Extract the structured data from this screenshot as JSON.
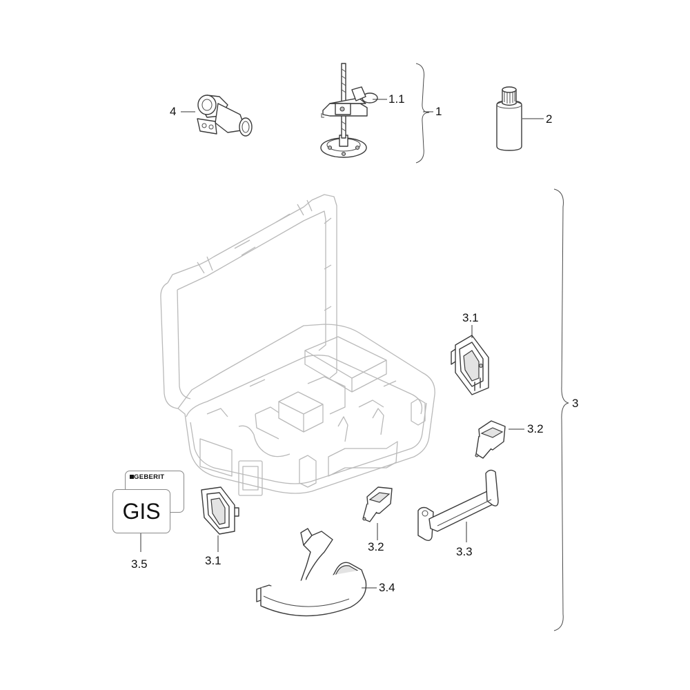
{
  "labels": {
    "l4": "4",
    "l1_1": "1.1",
    "l1": "1",
    "l2": "2",
    "l3": "3",
    "l3_1_top": "3.1",
    "l3_2_right": "3.2",
    "l3_5": "3.5",
    "l3_1_bottom": "3.1",
    "l3_2_bottom": "3.2",
    "l3_3": "3.3",
    "l3_4": "3.4"
  },
  "sticker": {
    "brand": "GEBERIT",
    "text": "GIS"
  }
}
